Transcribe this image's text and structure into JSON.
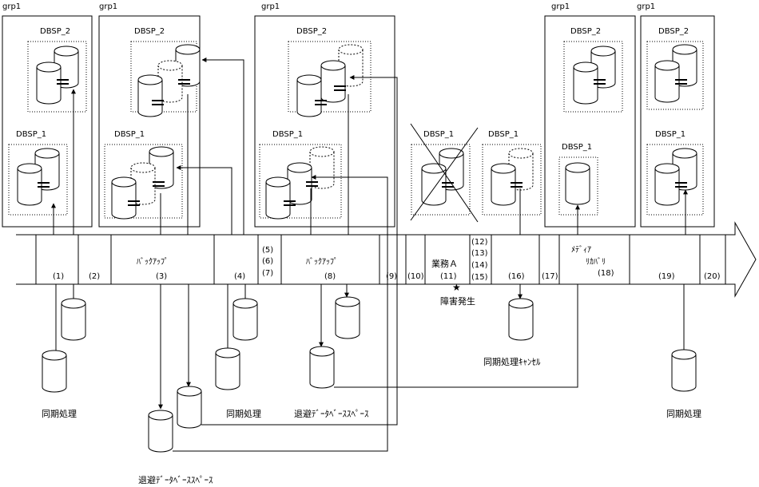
{
  "groups": [
    {
      "label": "grp1",
      "dbsp_top": "DBSP_2",
      "dbsp_bottom": "DBSP_1"
    },
    {
      "label": "grp1",
      "dbsp_top": "DBSP_2",
      "dbsp_bottom": "DBSP_1"
    },
    {
      "label": "grp1",
      "dbsp_top": "DBSP_2",
      "dbsp_bottom": "DBSP_1"
    },
    {
      "label": "grp1",
      "dbsp_top": "DBSP_2",
      "dbsp_bottom": "DBSP_1"
    },
    {
      "label": "grp1",
      "dbsp_top": "DBSP_2",
      "dbsp_bottom": "DBSP_1"
    }
  ],
  "standalone_dbsp": [
    {
      "label": "DBSP_1"
    },
    {
      "label": "DBSP_1"
    }
  ],
  "timeline": {
    "steps": [
      "(1)",
      "(2)",
      "(3)",
      "(4)",
      "(5)",
      "(6)",
      "(7)",
      "(8)",
      "(9)",
      "(10)",
      "(11)",
      "(12)",
      "(13)",
      "(14)",
      "(15)",
      "(16)",
      "(17)",
      "(18)",
      "(19)",
      "(20)"
    ],
    "backup_label_1": "ﾊﾞｯｸｱｯﾌﾟ",
    "backup_label_2": "ﾊﾞｯｸｱｯﾌﾟ",
    "business_label": "業務Ａ",
    "media_label": "ﾒﾃﾞｨｱ",
    "recovery_label": "ﾘｶﾊﾞﾘ"
  },
  "annotations": {
    "failure": "障害発生",
    "sync_1": "同期処理",
    "sync_2": "同期処理",
    "sync_3": "同期処理",
    "sync_cancel": "同期処理ｷｬﾝｾﾙ",
    "backup_space_1": "退避ﾃﾞｰﾀﾍﾞｰｽｽﾍﾟｰｽ",
    "backup_space_2": "退避ﾃﾞｰﾀﾍﾞｰｽｽﾍﾟｰｽ"
  }
}
